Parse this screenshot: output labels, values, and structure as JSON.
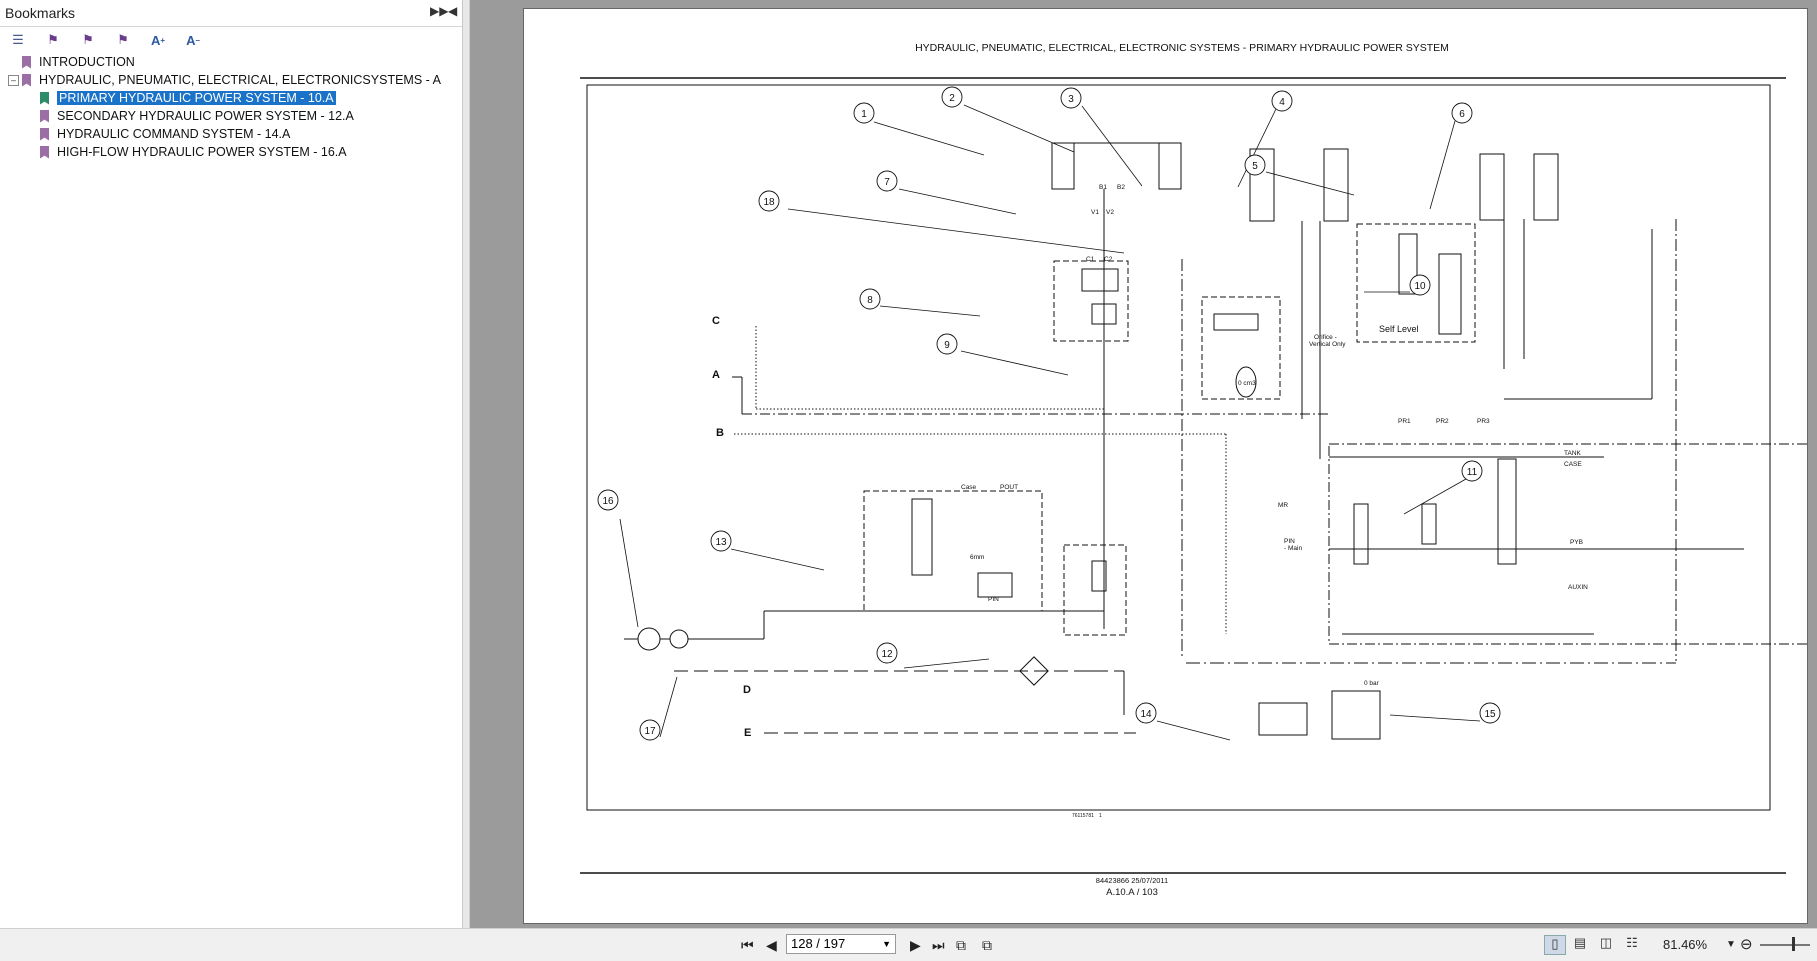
{
  "sidebar": {
    "title": "Bookmarks",
    "toolbar_icons": [
      "expand-all-icon",
      "add-bookmark-icon",
      "bookmark-properties-icon",
      "delete-bookmark-icon",
      "font-larger-icon",
      "font-smaller-icon"
    ],
    "items": [
      {
        "label": "INTRODUCTION"
      },
      {
        "label": "HYDRAULIC, PNEUMATIC, ELECTRICAL, ELECTRONICSYSTEMS - A"
      },
      {
        "label": "PRIMARY HYDRAULIC POWER SYSTEM - 10.A"
      },
      {
        "label": "SECONDARY HYDRAULIC POWER SYSTEM - 12.A"
      },
      {
        "label": "HYDRAULIC COMMAND SYSTEM - 14.A"
      },
      {
        "label": "HIGH-FLOW HYDRAULIC POWER SYSTEM - 16.A"
      }
    ]
  },
  "document": {
    "title": "HYDRAULIC, PNEUMATIC, ELECTRICAL, ELECTRONIC SYSTEMS - PRIMARY HYDRAULIC POWER SYSTEM",
    "drawing_number": "76115781",
    "drawing_sheet": "1",
    "footer_doc": "84423866 25/07/2011",
    "footer_page": "A.10.A / 103",
    "callouts": [
      "1",
      "2",
      "3",
      "4",
      "5",
      "6",
      "7",
      "8",
      "9",
      "10",
      "11",
      "12",
      "13",
      "14",
      "15",
      "16",
      "17",
      "18"
    ],
    "port_letters": [
      "A",
      "B",
      "C",
      "D",
      "E"
    ],
    "labels": {
      "self_level": "Self Level",
      "orifice": "Orifice -",
      "vertical_only": "Vertical Only",
      "tank": "TANK",
      "case": "CASE",
      "case2": "Case",
      "pout": "POUT",
      "pin": "PIN",
      "pin_main": "PIN",
      "main": "- Main",
      "pyb": "PYB",
      "auxin": "AUXIN",
      "mr": "MR",
      "bar": "0 bar",
      "mm": "6mm",
      "cm3": "0 cm3",
      "pr1": "PR1",
      "pr2": "PR2",
      "pr3": "PR3",
      "v1": "V1",
      "v2": "V2",
      "c1": "C1",
      "c2": "C2",
      "b1": "B1",
      "b2": "B2"
    }
  },
  "bottombar": {
    "page_display": "128 / 197",
    "zoom": "81.46%"
  }
}
